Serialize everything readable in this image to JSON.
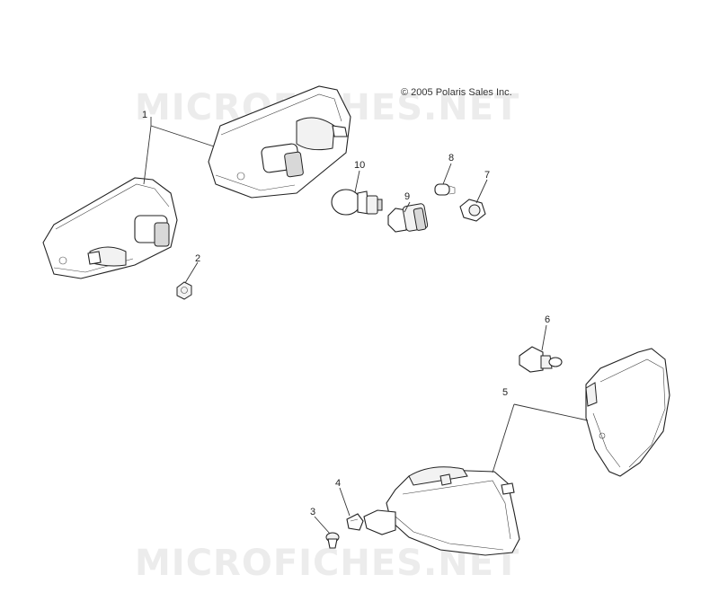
{
  "copyright": "© 2005 Polaris Sales Inc.",
  "watermark": "MICROFICHES.NET",
  "callouts": [
    "1",
    "2",
    "3",
    "4",
    "5",
    "6",
    "7",
    "8",
    "9",
    "10"
  ]
}
